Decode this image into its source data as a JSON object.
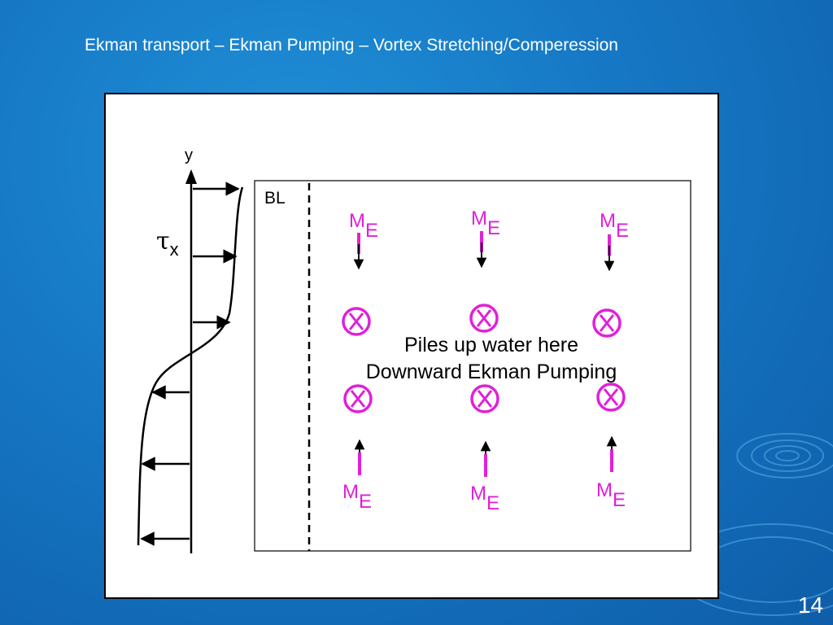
{
  "slide": {
    "title": "Ekman transport – Ekman Pumping – Vortex Stretching/Comperession",
    "page_number": "14"
  },
  "diagram": {
    "y_axis_label": "y",
    "stress_label_symbol": "τ",
    "stress_label_subscript": "x",
    "boundary_layer_label": "BL",
    "transport_symbol": "M",
    "transport_subscript": "E",
    "annotation_line1": "Piles up water here",
    "annotation_line2": "Downward Ekman Pumping",
    "colors": {
      "background": "#1677c4",
      "panel": "#ffffff",
      "ink": "#000000",
      "transport": "#e020d8"
    }
  }
}
